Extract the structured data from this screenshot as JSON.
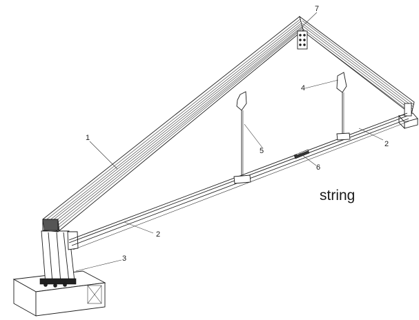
{
  "diagram": {
    "callouts": [
      {
        "id": "callout-1",
        "label": "1"
      },
      {
        "id": "callout-2-left",
        "label": "2"
      },
      {
        "id": "callout-2-right",
        "label": "2"
      },
      {
        "id": "callout-3",
        "label": "3"
      },
      {
        "id": "callout-4",
        "label": "4"
      },
      {
        "id": "callout-5",
        "label": "5"
      },
      {
        "id": "callout-6",
        "label": "6"
      },
      {
        "id": "callout-7",
        "label": "7"
      }
    ],
    "annotation": "string"
  }
}
